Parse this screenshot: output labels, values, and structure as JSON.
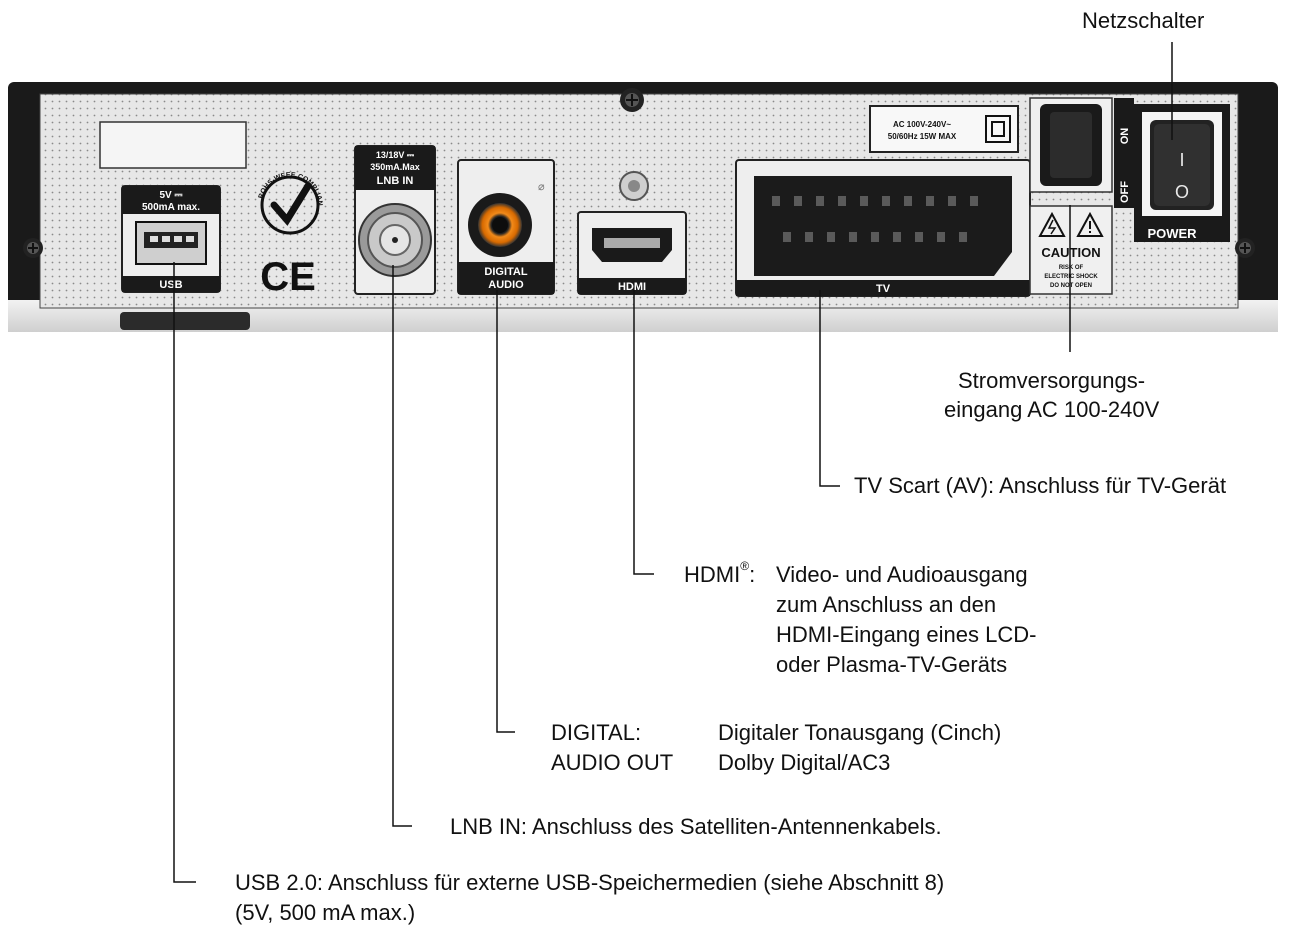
{
  "device": {
    "power_rating": [
      "AC 100V-240V~",
      "50/60Hz 15W MAX"
    ],
    "rohs": "ROHS-WEEE COMPLIANT",
    "ce": "CE",
    "usb_rating": [
      "5V ⎓",
      "500mA max."
    ],
    "usb_label": "USB",
    "lnb_rating": [
      "13/18V ⎓",
      "350mA.Max"
    ],
    "lnb_label": "LNB IN",
    "digital_audio_label": [
      "DIGITAL",
      "AUDIO"
    ],
    "hdmi_label": "HDMI",
    "tv_label": "TV",
    "caution": "CAUTION",
    "caution_sub": [
      "RISK OF",
      "ELECTRIC SHOCK",
      "DO NOT OPEN"
    ],
    "switch_on": "ON",
    "switch_off": "OFF",
    "switch_i": "I",
    "switch_o": "O",
    "power_label": "POWER"
  },
  "callouts": {
    "netzschalter": "Netzschalter",
    "power_in": [
      "Stromversorgungs-",
      "eingang AC 100-240V"
    ],
    "tv_scart": "TV Scart (AV): Anschluss für TV-Gerät",
    "hdmi_title": "HDMI",
    "hdmi_reg": "®",
    "hdmi_colon": ":",
    "hdmi_desc": [
      "Video- und Audioausgang",
      "zum Anschluss an den",
      "HDMI-Eingang eines LCD-",
      "oder Plasma-TV-Geräts"
    ],
    "digital_title": [
      "DIGITAL:",
      "AUDIO OUT"
    ],
    "digital_desc": [
      "Digitaler Tonausgang (Cinch)",
      "Dolby Digital/AC3"
    ],
    "lnb": "LNB IN: Anschluss des Satelliten-Antennenkabels.",
    "usb": [
      "USB 2.0: Anschluss für externe USB-Speichermedien (siehe Abschnitt 8)",
      "(5V, 500 mA max.)"
    ]
  }
}
